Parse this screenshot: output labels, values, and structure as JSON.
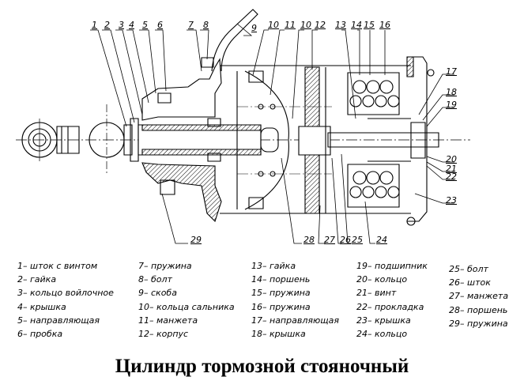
{
  "title": "Цилиндр тормозной стояночный",
  "callouts": {
    "top": [
      "1",
      "2",
      "3",
      "4",
      "5",
      "6",
      "7",
      "8",
      "9",
      "10",
      "11",
      "10",
      "12",
      "13",
      "14",
      "15",
      "16"
    ],
    "right": [
      "17",
      "18",
      "19",
      "20",
      "21",
      "22",
      "23"
    ],
    "bottom": [
      "29",
      "28",
      "27",
      "26",
      "25",
      "24"
    ]
  },
  "legend": {
    "columns": [
      [
        {
          "num": "1",
          "name": "шток с винтом"
        },
        {
          "num": "2",
          "name": "гайка"
        },
        {
          "num": "3",
          "name": "кольцо войлочное"
        },
        {
          "num": "4",
          "name": "крышка"
        },
        {
          "num": "5",
          "name": "направляющая"
        },
        {
          "num": "6",
          "name": "пробка"
        }
      ],
      [
        {
          "num": "7",
          "name": "пружина"
        },
        {
          "num": "8",
          "name": "болт"
        },
        {
          "num": "9",
          "name": "скоба"
        },
        {
          "num": "10",
          "name": "кольца сальника"
        },
        {
          "num": "11",
          "name": "манжета"
        },
        {
          "num": "12",
          "name": "корпус"
        }
      ],
      [
        {
          "num": "13",
          "name": "гайка"
        },
        {
          "num": "14",
          "name": "поршень"
        },
        {
          "num": "15",
          "name": "пружина"
        },
        {
          "num": "16",
          "name": "пружина"
        },
        {
          "num": "17",
          "name": "направляющая"
        },
        {
          "num": "18",
          "name": "крышка"
        }
      ],
      [
        {
          "num": "19",
          "name": "подшипник"
        },
        {
          "num": "20",
          "name": "кольцо"
        },
        {
          "num": "21",
          "name": "винт"
        },
        {
          "num": "22",
          "name": "прокладка"
        },
        {
          "num": "23",
          "name": "крышка"
        },
        {
          "num": "24",
          "name": "кольцо"
        }
      ],
      [
        {
          "num": "25",
          "name": "болт"
        },
        {
          "num": "26",
          "name": "шток"
        },
        {
          "num": "27",
          "name": "манжета"
        },
        {
          "num": "28",
          "name": "поршень"
        },
        {
          "num": "29",
          "name": "пружина"
        }
      ]
    ]
  }
}
